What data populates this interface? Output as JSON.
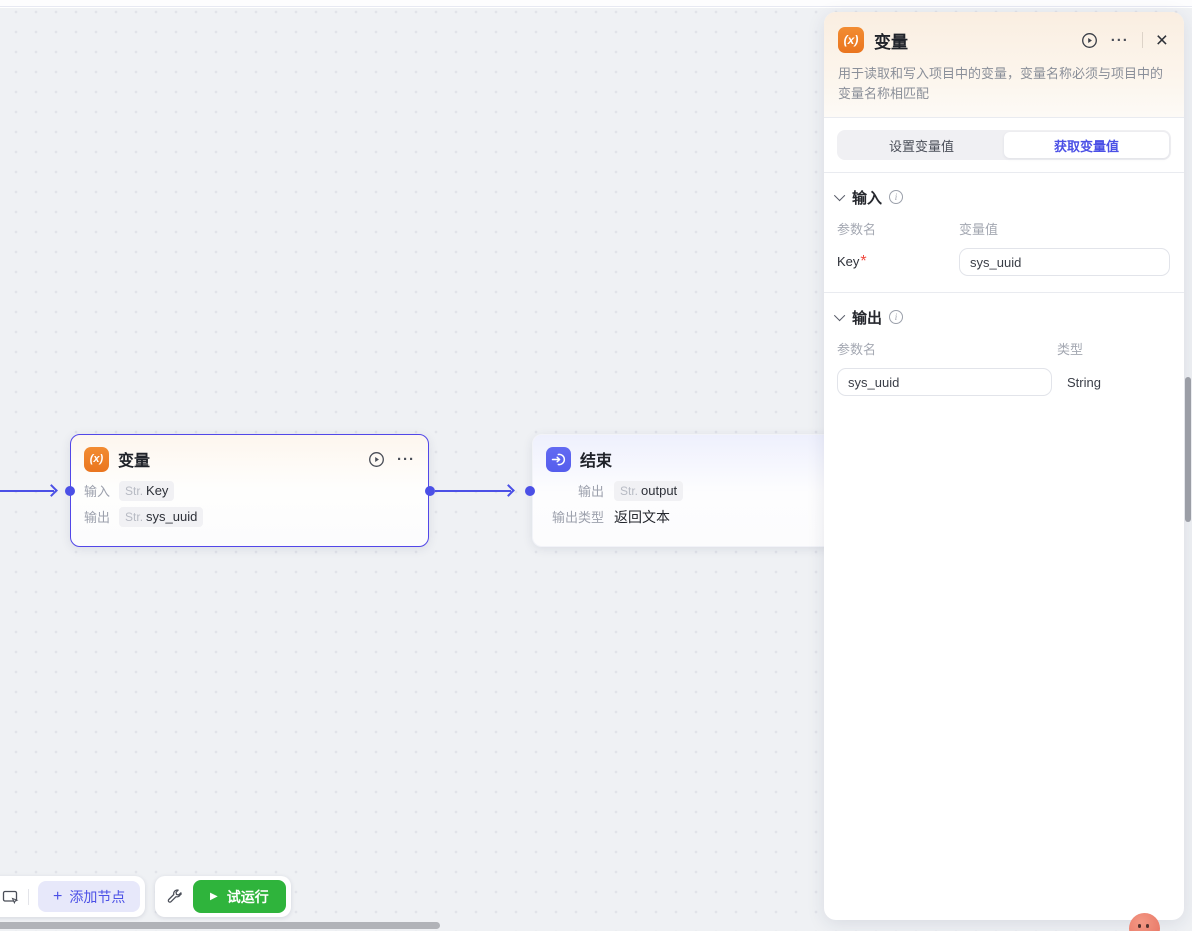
{
  "colors": {
    "accent_purple": "#4b50e6",
    "icon_orange": "#ed7b2a",
    "icon_indigo": "#5a62f0",
    "run_green": "#2fb43c",
    "avatar_coral": "#e87d6d"
  },
  "icons": {
    "variable_glyph": "(x)",
    "more": "···",
    "close": "×",
    "plus": "+",
    "play_triangle": "▶",
    "info": "i"
  },
  "canvas": {
    "nodes": {
      "variable": {
        "title": "变量",
        "rows": [
          {
            "label": "输入",
            "tag_type": "Str.",
            "tag_value": "Key"
          },
          {
            "label": "输出",
            "tag_type": "Str.",
            "tag_value": "sys_uuid"
          }
        ]
      },
      "end": {
        "title": "结束",
        "rows": [
          {
            "label": "输出",
            "tag_type": "Str.",
            "tag_value": "output"
          },
          {
            "label": "输出类型",
            "value": "返回文本"
          }
        ]
      }
    }
  },
  "panel": {
    "title": "变量",
    "description": "用于读取和写入项目中的变量，变量名称必须与项目中的变量名称相匹配",
    "tabs": [
      {
        "label": "设置变量值",
        "selected": false
      },
      {
        "label": "获取变量值",
        "selected": true
      }
    ],
    "input_section": {
      "title": "输入",
      "col_param": "参数名",
      "col_value": "变量值",
      "row_key": "Key",
      "row_required": "*",
      "row_value": "sys_uuid"
    },
    "output_section": {
      "title": "输出",
      "col_param": "参数名",
      "col_type": "类型",
      "row_param": "sys_uuid",
      "row_type": "String"
    }
  },
  "toolbar": {
    "add_node_label": "添加节点",
    "run_label": "试运行"
  }
}
